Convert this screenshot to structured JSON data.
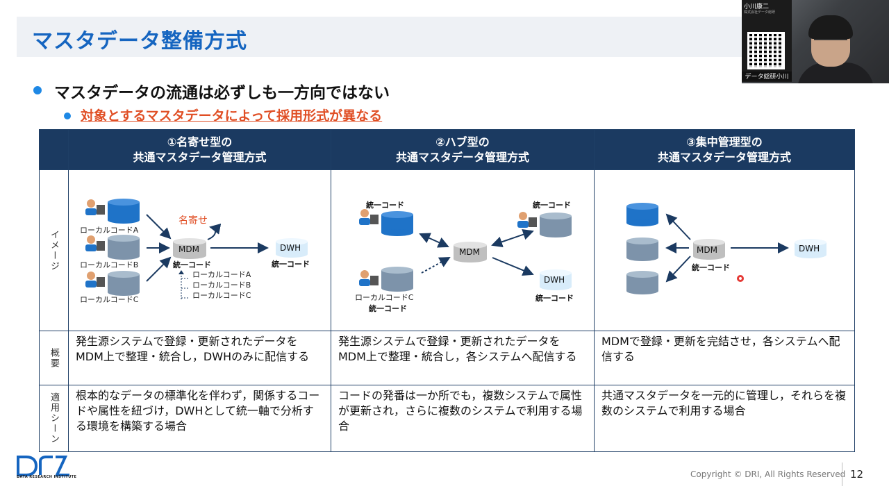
{
  "slide": {
    "title": "マスタデータ整備方式",
    "bullet1": "マスタデータの流通は必ずしも一方向ではない",
    "bullet2": "対象とするマスタデータによって採用形式が異なる",
    "colors": {
      "title": "#1565c0",
      "header_bg": "#1b3a61",
      "accent_red": "#e04e24",
      "bullet": "#1e88e5",
      "db_blue": "#1f73c8",
      "db_gray": "#aab7c4"
    }
  },
  "table": {
    "headers": [
      {
        "line1": "①名寄せ型の",
        "line2": "共通マスタデータ管理方式"
      },
      {
        "line1": "②ハブ型の",
        "line2": "共通マスタデータ管理方式"
      },
      {
        "line1": "③集中管理型の",
        "line2": "共通マスタデータ管理方式"
      }
    ],
    "row_labels": {
      "image": "イメージ",
      "overview": "概要",
      "scene": "適用シーン"
    },
    "overview": [
      "発生源システムで登録・更新されたデータをMDM上で整理・統合し，DWHのみに配信する",
      "発生源システムで登録・更新されたデータをMDM上で整理・統合し，各システムへ配信する",
      "MDMで登録・更新を完結させ，各システムへ配信する"
    ],
    "scene": [
      "根本的なデータの標準化を伴わず，関係するコードや属性を紐づけ，DWHとして統一軸で分析する環境を構築する場合",
      "コードの発番は一か所でも，複数システムで属性が更新され，さらに複数のシステムで利用する場合",
      "共通マスタデータを一元的に管理し，それらを複数のシステムで利用する場合"
    ]
  },
  "diagram": {
    "local_a": "ローカルコードA",
    "local_b": "ローカルコードB",
    "local_c": "ローカルコードC",
    "mdm": "MDM",
    "dwh": "DWH",
    "unified": "統一コード",
    "nayose": "名寄せ",
    "sub_a": "ローカルコードA",
    "sub_b": "ローカルコードB",
    "sub_c": "ローカルコードC"
  },
  "webcam": {
    "name": "小川康二",
    "company": "株式会社データ総研",
    "label": "データ総研小川"
  },
  "footer": {
    "copyright": "Copyright © DRI, All Rights Reserved",
    "page": "12",
    "logo_sub": "DATA RESEARCH INSTITUTE"
  }
}
